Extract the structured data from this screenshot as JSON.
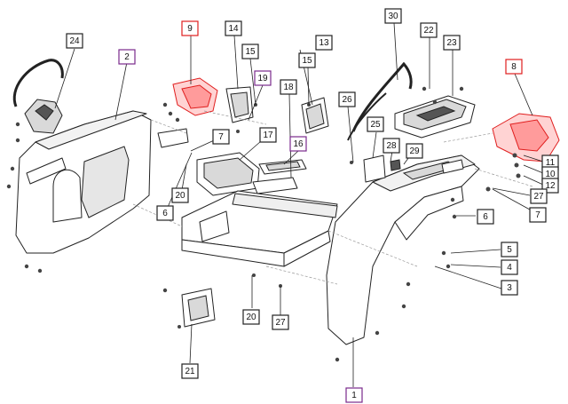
{
  "colors": {
    "callout_default": "#222222",
    "callout_highlight_purple": "#7a2a8c",
    "callout_highlight_red": "#e01e1e",
    "highlight_part": "#ff3b3b"
  },
  "callouts": [
    {
      "label": "24",
      "style": "default"
    },
    {
      "label": "2",
      "style": "purple"
    },
    {
      "label": "9",
      "style": "red"
    },
    {
      "label": "14",
      "style": "default"
    },
    {
      "label": "15",
      "style": "default"
    },
    {
      "label": "19",
      "style": "purple"
    },
    {
      "label": "13",
      "style": "default"
    },
    {
      "label": "15",
      "style": "default"
    },
    {
      "label": "18",
      "style": "default"
    },
    {
      "label": "30",
      "style": "default"
    },
    {
      "label": "22",
      "style": "default"
    },
    {
      "label": "23",
      "style": "default"
    },
    {
      "label": "8",
      "style": "red"
    },
    {
      "label": "26",
      "style": "default"
    },
    {
      "label": "25",
      "style": "default"
    },
    {
      "label": "28",
      "style": "default"
    },
    {
      "label": "29",
      "style": "default"
    },
    {
      "label": "7",
      "style": "default"
    },
    {
      "label": "17",
      "style": "default"
    },
    {
      "label": "16",
      "style": "purple"
    },
    {
      "label": "20",
      "style": "default"
    },
    {
      "label": "6",
      "style": "default"
    },
    {
      "label": "11",
      "style": "default"
    },
    {
      "label": "10",
      "style": "default"
    },
    {
      "label": "12",
      "style": "default"
    },
    {
      "label": "27",
      "style": "default"
    },
    {
      "label": "7",
      "style": "default"
    },
    {
      "label": "6",
      "style": "default"
    },
    {
      "label": "5",
      "style": "default"
    },
    {
      "label": "4",
      "style": "default"
    },
    {
      "label": "3",
      "style": "default"
    },
    {
      "label": "20",
      "style": "default"
    },
    {
      "label": "27",
      "style": "default"
    },
    {
      "label": "21",
      "style": "default"
    },
    {
      "label": "1",
      "style": "purple"
    }
  ]
}
